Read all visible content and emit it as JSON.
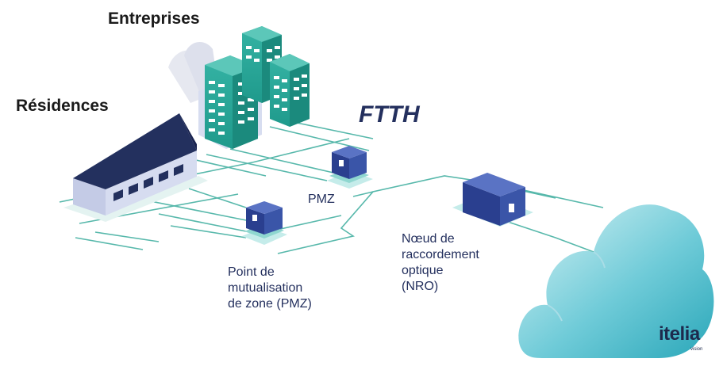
{
  "labels": {
    "entreprises": "Entreprises",
    "residences": "Résidences",
    "ftth": "FTTH",
    "pmz": "PMZ",
    "point_de_mutualisation": [
      "Point de",
      "mutualisation",
      "de zone (PMZ)"
    ],
    "noeud_raccordement": [
      "Nœud de",
      "raccordement",
      "optique",
      "(NRO)"
    ]
  },
  "logo": {
    "word": "itelia",
    "sub": "vision"
  },
  "colors": {
    "teal": "#2aa79b",
    "navy": "#24305e",
    "line": "#4fb3a6",
    "cloud_light": "#bfe7ef",
    "cloud_mid": "#3fb5c9",
    "text_dark": "#1a1a1a"
  }
}
